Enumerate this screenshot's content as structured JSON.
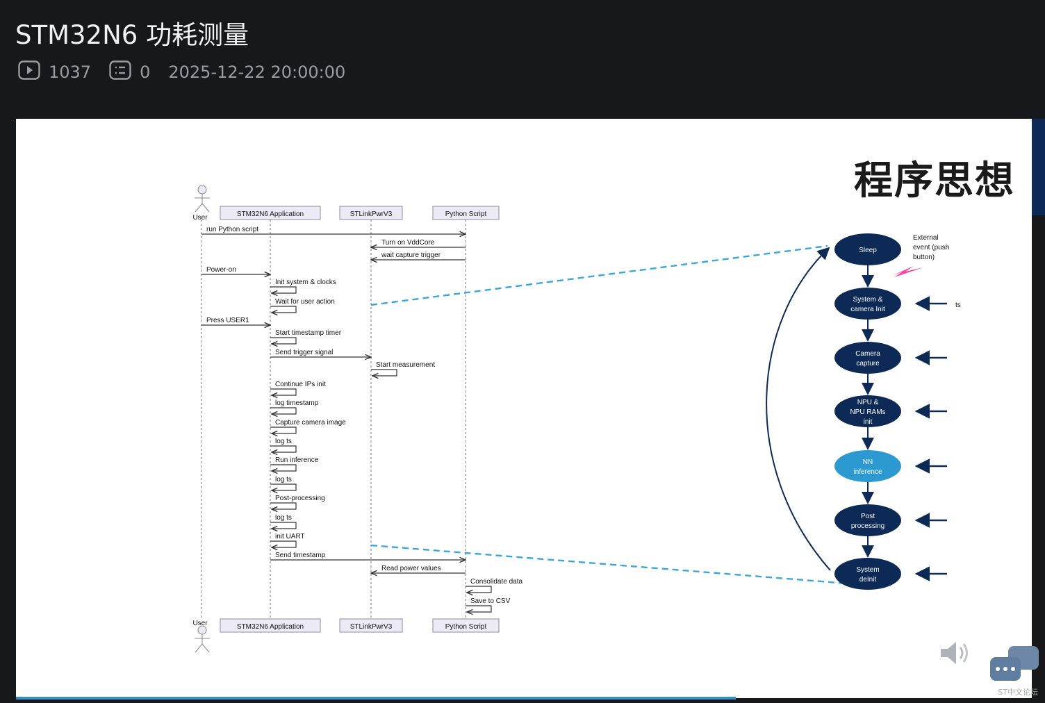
{
  "header": {
    "title": "STM32N6 功耗测量",
    "views": "1037",
    "comments": "0",
    "date": "2025-12-22 20:00:00"
  },
  "slide": {
    "heading": "程序思想",
    "participants": [
      "User",
      "STM32N6 Application",
      "STLinkPwrV3",
      "Python Script"
    ],
    "messages": [
      "run Python script",
      "Turn on VddCore",
      "wait capture trigger",
      "Power-on",
      "Init system & clocks",
      "Wait for user action",
      "Press USER1",
      "Start timestamp timer",
      "Send trigger signal",
      "Start measurement",
      "Continue IPs init",
      "log timestamp",
      "Capture camera image",
      "log ts",
      "Run inference",
      "log ts",
      "Post-processing",
      "log ts",
      "init UART",
      "Send timestamp",
      "Read power values",
      "Consolidate data",
      "Save to CSV"
    ],
    "flow_nodes": [
      [
        "Sleep"
      ],
      [
        "System &",
        "camera Init"
      ],
      [
        "Camera",
        "capture"
      ],
      [
        "NPU &",
        "NPU RAMs",
        "init"
      ],
      [
        "NN",
        "inference"
      ],
      [
        "Post",
        "processing"
      ],
      [
        "System",
        "deInit"
      ]
    ],
    "external_event": [
      "External",
      "event (push",
      "button)"
    ],
    "ts_label": "ts",
    "colors": {
      "node_dark": "#0c2a55",
      "node_highlight": "#2c9ad1",
      "dashed_link": "#3aa7d9",
      "bolt": "#ff3fa0"
    }
  },
  "watermark": "ST中文论坛"
}
